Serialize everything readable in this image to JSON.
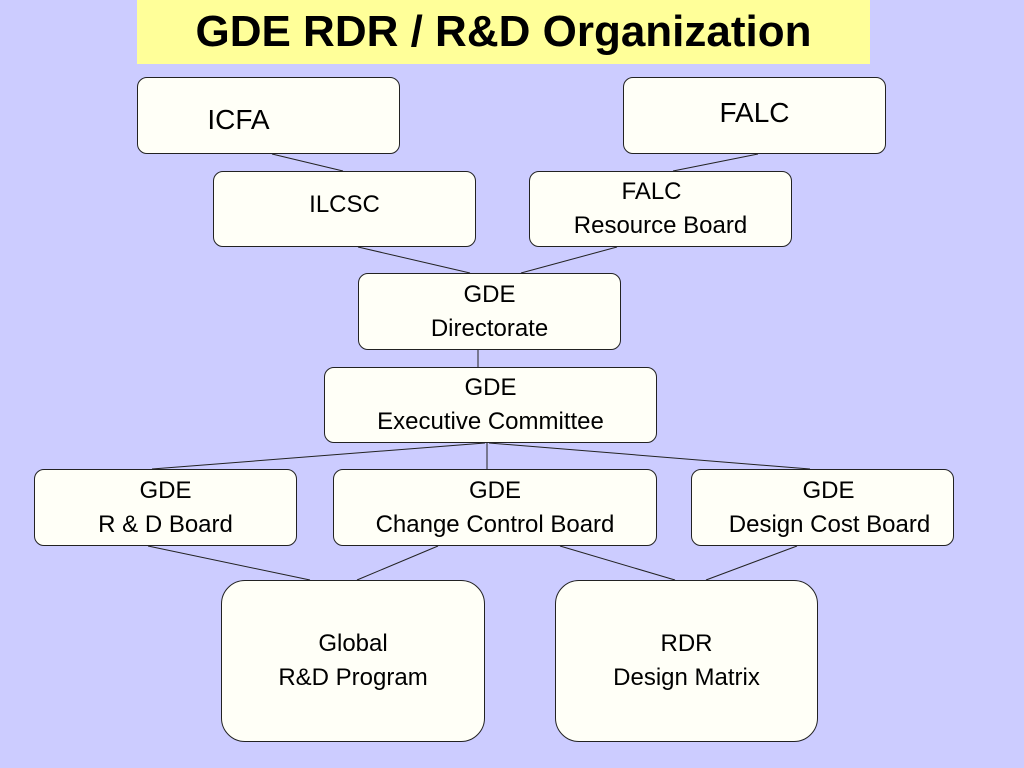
{
  "title": "GDE RDR / R&D Organization",
  "colors": {
    "background": "#ccccff",
    "title_background": "#ffff99",
    "box_fill": "#fffff7",
    "line": "#222222"
  },
  "boxes": {
    "icfa": {
      "lines": [
        "ICFA"
      ]
    },
    "falc": {
      "lines": [
        "FALC"
      ]
    },
    "ilcsc": {
      "lines": [
        "ILCSC"
      ]
    },
    "falc_resource_board": {
      "lines": [
        "FALC",
        "Resource Board"
      ]
    },
    "gde_directorate": {
      "lines": [
        "GDE",
        "Directorate"
      ]
    },
    "gde_executive_committee": {
      "lines": [
        "GDE",
        "Executive Committee"
      ]
    },
    "gde_rd_board": {
      "lines": [
        "GDE",
        "R & D Board"
      ]
    },
    "gde_change_control_board": {
      "lines": [
        "GDE",
        "Change Control Board"
      ]
    },
    "gde_design_cost_board": {
      "lines": [
        "GDE",
        "Design Cost Board"
      ]
    },
    "global_rd_program": {
      "lines": [
        "Global",
        "R&D Program"
      ]
    },
    "rdr_design_matrix": {
      "lines": [
        "RDR",
        "Design Matrix"
      ]
    }
  },
  "connections": [
    [
      "icfa",
      "ilcsc"
    ],
    [
      "falc",
      "falc_resource_board"
    ],
    [
      "ilcsc",
      "gde_directorate"
    ],
    [
      "falc_resource_board",
      "gde_directorate"
    ],
    [
      "gde_directorate",
      "gde_executive_committee"
    ],
    [
      "gde_executive_committee",
      "gde_rd_board"
    ],
    [
      "gde_executive_committee",
      "gde_change_control_board"
    ],
    [
      "gde_executive_committee",
      "gde_design_cost_board"
    ],
    [
      "gde_rd_board",
      "global_rd_program"
    ],
    [
      "gde_change_control_board",
      "global_rd_program"
    ],
    [
      "gde_change_control_board",
      "rdr_design_matrix"
    ],
    [
      "gde_design_cost_board",
      "rdr_design_matrix"
    ]
  ]
}
